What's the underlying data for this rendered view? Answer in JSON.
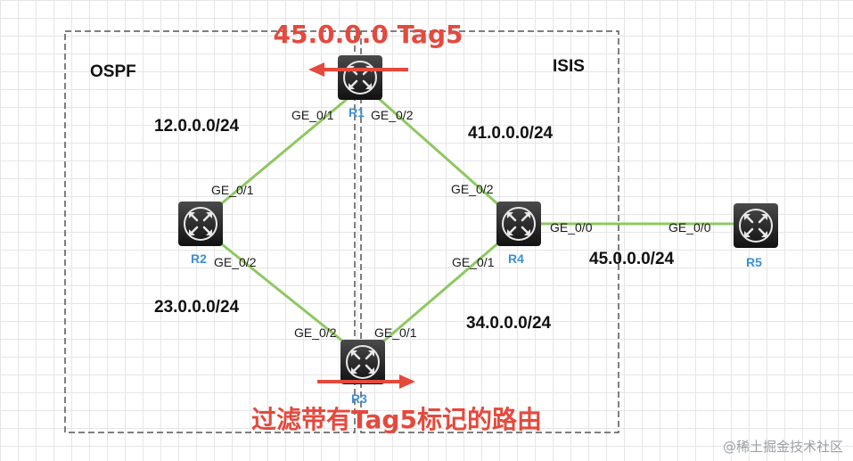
{
  "areas": {
    "ospf": "OSPF",
    "isis": "ISIS"
  },
  "routers": {
    "r1": "R1",
    "r2": "R2",
    "r3": "R3",
    "r4": "R4",
    "r5": "R5"
  },
  "subnets": {
    "r1_r2": "12.0.0.0/24",
    "r2_r3": "23.0.0.0/24",
    "r1_r4": "41.0.0.0/24",
    "r3_r4": "34.0.0.0/24",
    "r4_r5": "45.0.0.0/24"
  },
  "interfaces": {
    "r1_to_r2": "GE_0/1",
    "r1_to_r4": "GE_0/2",
    "r2_to_r1": "GE_0/1",
    "r2_to_r3": "GE_0/2",
    "r3_to_r2": "GE_0/2",
    "r3_to_r4": "GE_0/1",
    "r4_to_r1": "GE_0/2",
    "r4_to_r3": "GE_0/1",
    "r4_to_r5": "GE_0/0",
    "r5_to_r4": "GE_0/0"
  },
  "annotations": {
    "top": "45.0.0.0 Tag5",
    "bottom": "过滤带有Tag5标记的路由"
  },
  "watermark": "@稀土掘金技术社区",
  "colors": {
    "link": "#8dc860",
    "annotation": "#e5483c",
    "router_label": "#3d8fd1",
    "router_body": "#2a2a2a"
  }
}
